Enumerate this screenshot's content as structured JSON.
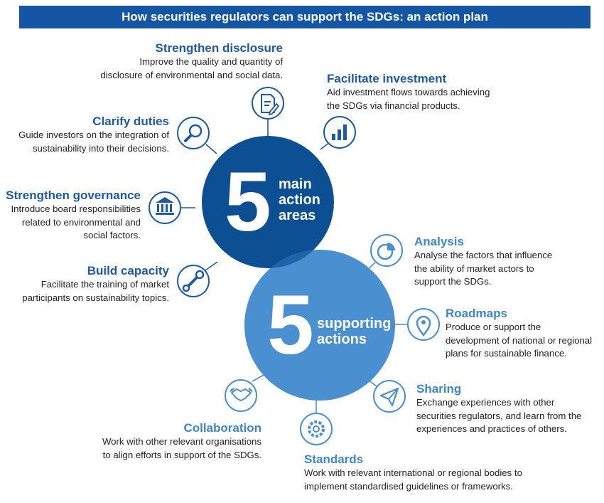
{
  "header": {
    "title": "How securities regulators can support the SDGs: an action plan"
  },
  "main_circle": {
    "number": "5",
    "label": "main\naction\nareas",
    "color": "#0d4f93"
  },
  "support_circle": {
    "number": "5",
    "label": "supporting\nactions",
    "color": "#4a8fd0"
  },
  "main_actions": [
    {
      "title": "Strengthen disclosure",
      "lines": [
        "Improve the quality and quantity of",
        "disclosure of environmental and social data."
      ],
      "icon": "document-pen-icon"
    },
    {
      "title": "Facilitate investment",
      "lines": [
        "Aid investment flows towards achieving",
        "the SDGs via financial products."
      ],
      "icon": "bar-chart-icon"
    },
    {
      "title": "Clarify duties",
      "lines": [
        "Guide investors on the integration of",
        "sustainability into their decisions."
      ],
      "icon": "magnifier-icon"
    },
    {
      "title": "Strengthen governance",
      "lines": [
        "Introduce board responsibilities",
        "related to environmental and",
        "social factors."
      ],
      "icon": "institution-icon"
    },
    {
      "title": "Build capacity",
      "lines": [
        "Facilitate the training of market",
        "participants on sustainability topics."
      ],
      "icon": "wrench-icon"
    }
  ],
  "supporting_actions": [
    {
      "title": "Analysis",
      "lines": [
        "Analyse the factors that influence",
        "the ability of market actors to",
        "support the SDGs."
      ],
      "icon": "pie-chart-icon"
    },
    {
      "title": "Roadmaps",
      "lines": [
        "Produce or support the",
        "development of national or regional",
        "plans for sustainable finance."
      ],
      "icon": "map-pin-icon"
    },
    {
      "title": "Sharing",
      "lines": [
        "Exchange experiences with other",
        "securities regulators, and learn from the",
        "experiences and practices of others."
      ],
      "icon": "paper-plane-icon"
    },
    {
      "title": "Standards",
      "lines": [
        "Work with relevant international or regional bodies to",
        "implement standardised guidelines or frameworks."
      ],
      "icon": "gear-icon"
    },
    {
      "title": "Collaboration",
      "lines": [
        "Work with other relevant organisations",
        "to align efforts in support of the SDGs."
      ],
      "icon": "handshake-icon"
    }
  ]
}
